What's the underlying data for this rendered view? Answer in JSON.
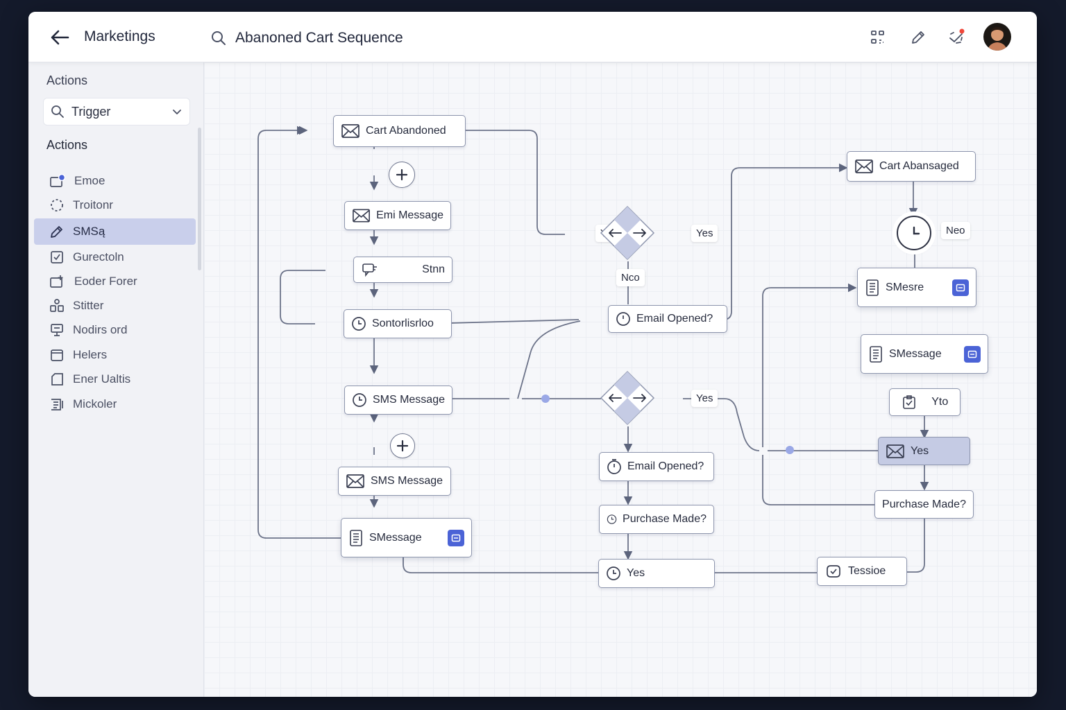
{
  "header": {
    "app_title": "Marketings",
    "search_value": "Abanoned Cart Sequence"
  },
  "sidebar": {
    "heading_top": "Actions",
    "trigger_label": "Trigger",
    "heading_actions": "Actions",
    "items": [
      {
        "label": "Emoe",
        "icon": "email-add-icon"
      },
      {
        "label": "Troitonr",
        "icon": "loader-icon"
      },
      {
        "label": "SMSą",
        "icon": "pencil-icon",
        "active": true
      },
      {
        "label": "Gurectoln",
        "icon": "checkbox-icon"
      },
      {
        "label": "Eoder Forer",
        "icon": "folder-plus-icon"
      },
      {
        "label": "Stitter",
        "icon": "split-icon"
      },
      {
        "label": "Nodirs ord",
        "icon": "monitor-icon"
      },
      {
        "label": "Helers",
        "icon": "card-icon"
      },
      {
        "label": "Ener Ualtis",
        "icon": "box-icon"
      },
      {
        "label": "Mickoler",
        "icon": "list-icon"
      }
    ]
  },
  "colors": {
    "accent": "#4b63d6",
    "active_item": "#c9cfeb",
    "notification": "#f0473a",
    "wire": "#6c7389"
  },
  "canvas": {
    "nodes": {
      "cart_abandoned": "Cart Abandoned",
      "email_message": "Emi Message",
      "stnn": "Stnn",
      "sontorisroo": "Sontorlisrloo",
      "sms_message_1": "SMS Message",
      "sms_message_2": "SMS Message",
      "smessage_left": "SMessage",
      "email_opened_1": "Email Opened?",
      "email_opened_2": "Email Opened?",
      "purchase_made_mid": "Purchase Made?",
      "yes_node": "Yes",
      "cart_abansaged": "Cart Abansaged",
      "smesre": "SMesre",
      "smessage_right": "SMessage",
      "yto": "Yto",
      "yes_filled": "Yes",
      "purchase_made_right": "Purchase Made?",
      "tessioe": "Tessioe"
    },
    "tags": {
      "yes_d1_left": "Yes",
      "yes_d1_right": "Yes",
      "no_d1": "Nco",
      "yes_d2": "Yes",
      "neo_clock": "Neo"
    }
  }
}
